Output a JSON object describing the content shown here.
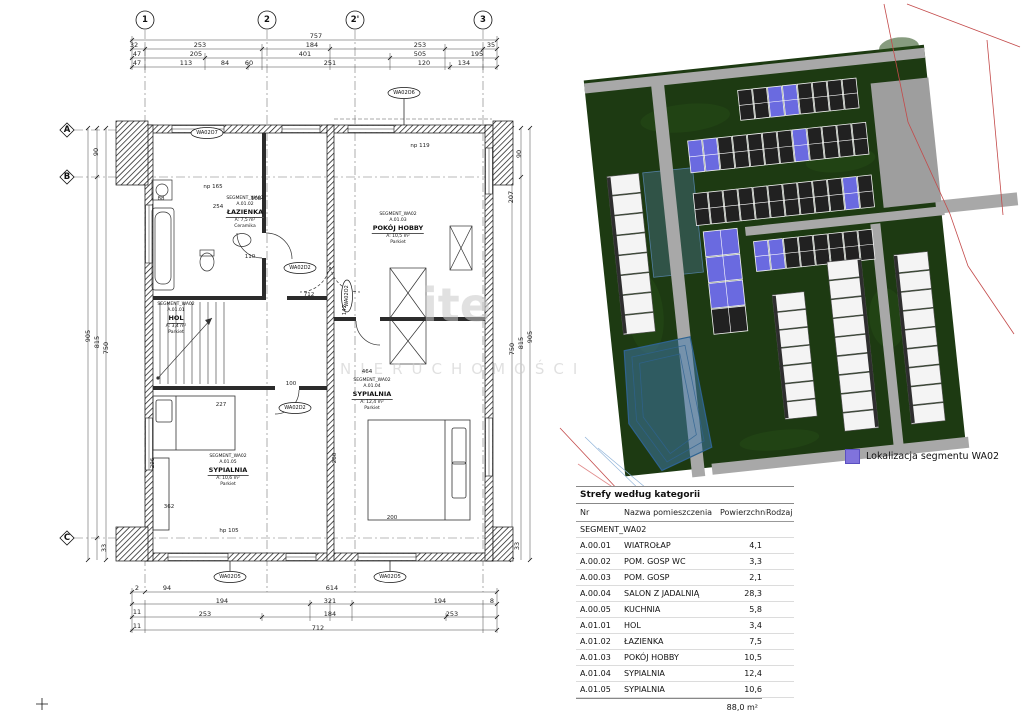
{
  "plan": {
    "grid_cols": [
      "1",
      "2",
      "2'",
      "3"
    ],
    "grid_rows": [
      "A",
      "B",
      "C"
    ],
    "dims": {
      "total_top": "757",
      "top2": [
        "32",
        "253",
        "184",
        "253",
        "35"
      ],
      "top3": [
        "47",
        "205",
        "401",
        "505",
        "195"
      ],
      "top4": [
        "47",
        "113",
        "84",
        "60",
        "251",
        "120",
        "134"
      ],
      "bottom1": [
        "94",
        "614"
      ],
      "bottom2": [
        "194",
        "321",
        "194"
      ],
      "bottom3": [
        "253",
        "184",
        "253"
      ],
      "total_bottom": "712",
      "bottom_side": [
        "2",
        "11",
        "11",
        "8"
      ],
      "left": [
        "90",
        "905",
        "815",
        "750",
        "33"
      ],
      "right": [
        "90",
        "207",
        "905",
        "815",
        "750",
        "33"
      ],
      "inner": [
        "np 165",
        "254",
        "108",
        "110",
        "88",
        "712",
        "142",
        "464",
        "227",
        "100",
        "362",
        "200",
        "296",
        "286",
        "np 119",
        "hp 105"
      ]
    },
    "rooms": [
      {
        "segment": "SEGMENT_WA02",
        "id": "A.01.02",
        "name": "ŁAZIENKA",
        "area": "A: 7,5 m²",
        "floor": "Ceramika"
      },
      {
        "segment": "SEGMENT_WA02",
        "id": "A.01.03",
        "name": "POKÓJ HOBBY",
        "area": "A: 10,5 m²",
        "floor": "Parkiet"
      },
      {
        "segment": "SEGMENT_WA02",
        "id": "A.01.01",
        "name": "HOL",
        "area": "A: 3,4 m²",
        "floor": "Parkiet"
      },
      {
        "segment": "SEGMENT_WA02",
        "id": "A.01.04",
        "name": "SYPIALNIA",
        "area": "A: 12,4 m²",
        "floor": "Parkiet"
      },
      {
        "segment": "SEGMENT_WA02",
        "id": "A.01.05",
        "name": "SYPIALNIA",
        "area": "A: 10,6 m²",
        "floor": "Parkiet"
      }
    ],
    "tags": [
      "WA02O7",
      "WA02O6",
      "WA02D2",
      "WA02O2",
      "WA02D2",
      "WA02O5",
      "WA02O5"
    ]
  },
  "site": {
    "legend_label": "Lokalizacja segmentu WA02",
    "highlight_color": "#6a6ae0"
  },
  "watermark": {
    "line1": "ite",
    "line2": "NIERUCHOMOŚCI"
  },
  "table": {
    "title": "Strefy według kategorii",
    "columns": [
      "Nr",
      "Nazwa pomieszczenia",
      "Powierzchnia",
      "Rodzaj pos"
    ],
    "section": "SEGMENT_WA02",
    "rows": [
      {
        "nr": "A.00.01",
        "name": "WIATROŁAP",
        "area": "4,1"
      },
      {
        "nr": "A.00.02",
        "name": "POM. GOSP WC",
        "area": "3,3"
      },
      {
        "nr": "A.00.03",
        "name": "POM. GOSP",
        "area": "2,1"
      },
      {
        "nr": "A.00.04",
        "name": "SALON Z JADALNIĄ",
        "area": "28,3"
      },
      {
        "nr": "A.00.05",
        "name": "KUCHNIA",
        "area": "5,8"
      },
      {
        "nr": "A.01.01",
        "name": "HOL",
        "area": "3,4"
      },
      {
        "nr": "A.01.02",
        "name": "ŁAZIENKA",
        "area": "7,5"
      },
      {
        "nr": "A.01.03",
        "name": "POKÓJ HOBBY",
        "area": "10,5"
      },
      {
        "nr": "A.01.04",
        "name": "SYPIALNIA",
        "area": "12,4"
      },
      {
        "nr": "A.01.05",
        "name": "SYPIALNIA",
        "area": "10,6"
      }
    ],
    "total": "88,0 m²"
  }
}
